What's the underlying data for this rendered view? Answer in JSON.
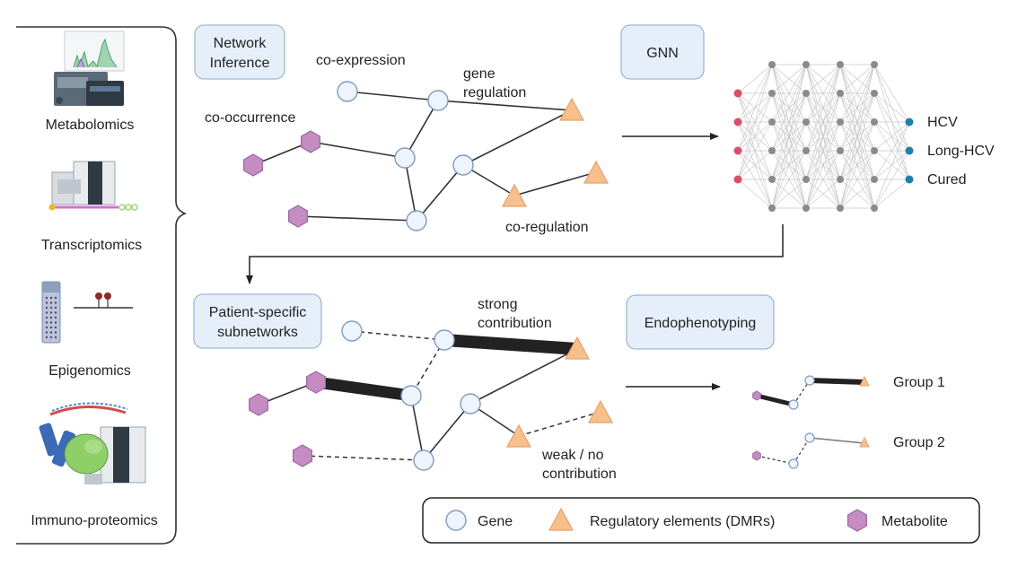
{
  "omics": {
    "metabolomics": "Metabolomics",
    "transcriptomics": "Transcriptomics",
    "epigenomics": "Epigenomics",
    "immunoproteomics": "Immuno-proteomics"
  },
  "network_inference": {
    "box_line1": "Network",
    "box_line2": "Inference",
    "co_expression": "co-expression",
    "gene_regulation_line1": "gene",
    "gene_regulation_line2": "regulation",
    "co_occurrence": "co-occurrence",
    "co_regulation": "co-regulation"
  },
  "gnn": {
    "box": "GNN",
    "outputs": [
      "HCV",
      "Long-HCV",
      "Cured"
    ]
  },
  "subnetworks": {
    "box_line1": "Patient-specific",
    "box_line2": "subnetworks",
    "strong_line1": "strong",
    "strong_line2": "contribution",
    "weak_line1": "weak / no",
    "weak_line2": "contribution"
  },
  "endophenotyping": {
    "box": "Endophenotyping",
    "group1": "Group 1",
    "group2": "Group 2"
  },
  "legend": {
    "gene": "Gene",
    "regulatory": "Regulatory elements (DMRs)",
    "metabolite": "Metabolite"
  },
  "colors": {
    "gene_fill": "#eef4fb",
    "gene_stroke": "#7f9bc0",
    "triangle_fill": "#f6c08d",
    "triangle_stroke": "#e8a06a",
    "hexagon_fill": "#c58cc2",
    "hexagon_stroke": "#9b6aa3",
    "box_fill": "#e6eff9",
    "box_stroke": "#9db7d8",
    "input_node": "#d94f6b",
    "output_node": "#1f7fae",
    "hidden_node": "#8a8a8a"
  }
}
